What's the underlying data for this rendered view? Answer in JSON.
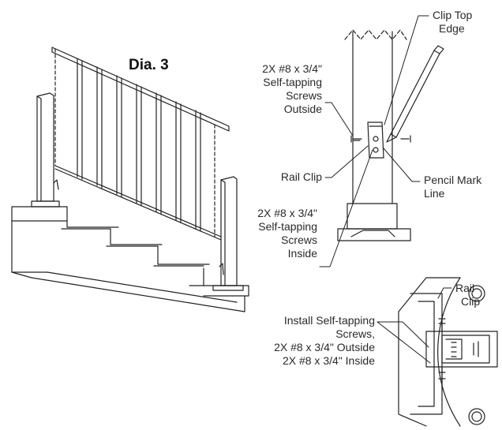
{
  "diagram_title": "Dia. 3",
  "labels": {
    "clip_top_edge": [
      "Clip Top",
      "Edge"
    ],
    "screws_outside": [
      "2X #8 x 3/4\"",
      "Self-tapping",
      "Screws",
      "Outside"
    ],
    "rail_clip": "Rail Clip",
    "pencil_mark_line": [
      "Pencil Mark",
      "Line"
    ],
    "screws_inside": [
      "2X #8 x 3/4\"",
      "Self-tapping",
      "Screws",
      "Inside"
    ],
    "rail_clip_detail": [
      "Rail",
      "Clip"
    ],
    "install_screws": [
      "Install Self-tapping",
      "Screws,",
      "2X #8 x 3/4\" Outside",
      "2X #8 x 3/4\" Inside"
    ]
  }
}
